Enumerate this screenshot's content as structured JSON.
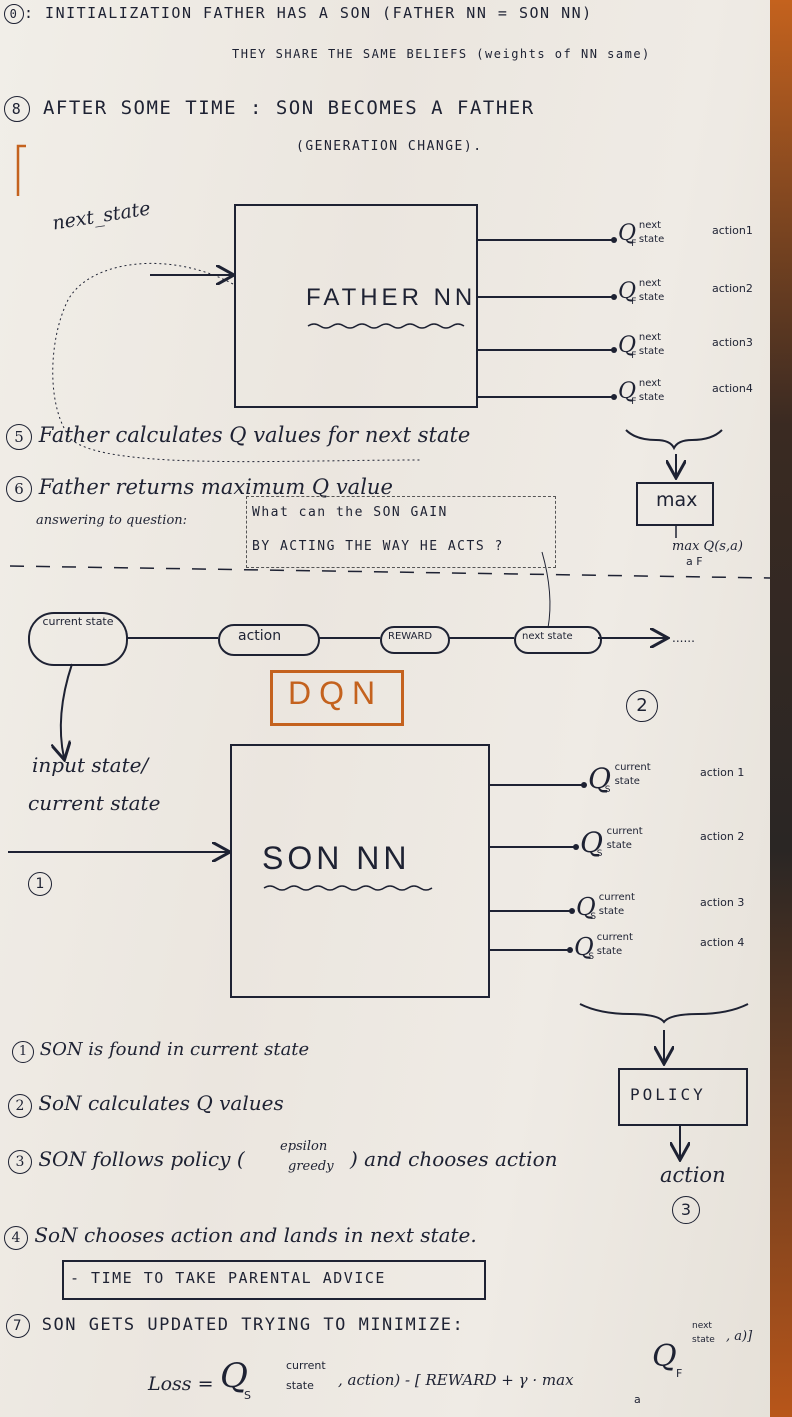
{
  "steps": {
    "s0": {
      "num": "0",
      "text": ": INITIALIZATION  FATHER  HAS  A  SON  (FATHER  NN = SON  NN)"
    },
    "s0_cont": "THEY  SHARE  THE  SAME  BELIEFS  (weights of NN same)",
    "s8": {
      "num": "8",
      "text": "AFTER  SOME  TIME :  SON  BECOMES  A  FATHER"
    },
    "s8_sub": "(GENERATION  CHANGE).",
    "s5": {
      "num": "5",
      "text": "Father  calculates  Q values  for  next  state"
    },
    "s6": {
      "num": "6",
      "text": "Father  returns  maximum  Q  value"
    },
    "s6_prefix": "answering to question:",
    "s6_question": [
      "What  can  the  SON  GAIN",
      "BY  ACTING  THE  WAY  HE  ACTS ?"
    ]
  },
  "father": {
    "input_label": "next_state",
    "title": "FATHER  NN",
    "outputs": [
      {
        "q": "Q",
        "sub": "F",
        "state": [
          "next",
          "state"
        ],
        "action": "action1"
      },
      {
        "q": "Q",
        "sub": "F",
        "state": [
          "next",
          "state"
        ],
        "action": "action2"
      },
      {
        "q": "Q",
        "sub": "F",
        "state": [
          "next",
          "state"
        ],
        "action": "action3"
      },
      {
        "q": "Q",
        "sub": "F",
        "state": [
          "next",
          "state"
        ],
        "action": "action4"
      }
    ],
    "max_label": "max",
    "max_expr": "max Q(s,a)",
    "max_expr_sub": "a     F"
  },
  "timeline": {
    "nodes": [
      "current state",
      "action",
      "REWARD",
      "next state"
    ],
    "dots": "......",
    "dqn_label": "DQN",
    "circle_2": "2"
  },
  "son": {
    "input_label": [
      "input state/",
      "current state"
    ],
    "circle_1": "1",
    "title": "SON  NN",
    "outputs": [
      {
        "q": "Q",
        "sub": "S",
        "state": [
          "current",
          "state"
        ],
        "action": "action 1"
      },
      {
        "q": "Q",
        "sub": "S",
        "state": [
          "current",
          "state"
        ],
        "action": "action 2"
      },
      {
        "q": "Q",
        "sub": "S",
        "state": [
          "current",
          "state"
        ],
        "action": "action 3"
      },
      {
        "q": "Q",
        "sub": "S",
        "state": [
          "current",
          "state"
        ],
        "action": "action 4"
      }
    ],
    "policy_label": "POLICY",
    "action_label": "action",
    "circle_3": "3"
  },
  "bottom_steps": {
    "b1": {
      "num": "1",
      "text": "SON  is  found  in  current  state"
    },
    "b2": {
      "num": "2",
      "text": "SoN  calculates  Q  values"
    },
    "b3": {
      "num": "3",
      "text": "SON  follows  policy (",
      "paren": [
        "epsilon",
        "greedy"
      ],
      "text2": ")  and  chooses  action"
    },
    "b4": {
      "num": "4",
      "text": "SoN  chooses  action  and  lands  in  next  state."
    },
    "b4_box": "- TIME  TO  TAKE  PARENTAL  ADVICE",
    "b7": {
      "num": "7",
      "text": "SON  GETS  UPDATED  TRYING  TO  MINIMIZE:"
    },
    "loss": {
      "prefix": "Loss =",
      "q": "Q",
      "sub": "S",
      "state": [
        "current",
        "state"
      ],
      "action": ", action) - [ REWARD + γ · max",
      "max_sub": "a",
      "qf": "Q",
      "qf_sub": "F",
      "qf_state": [
        "next",
        "state"
      ],
      "qf_tail": ", a)]"
    }
  }
}
